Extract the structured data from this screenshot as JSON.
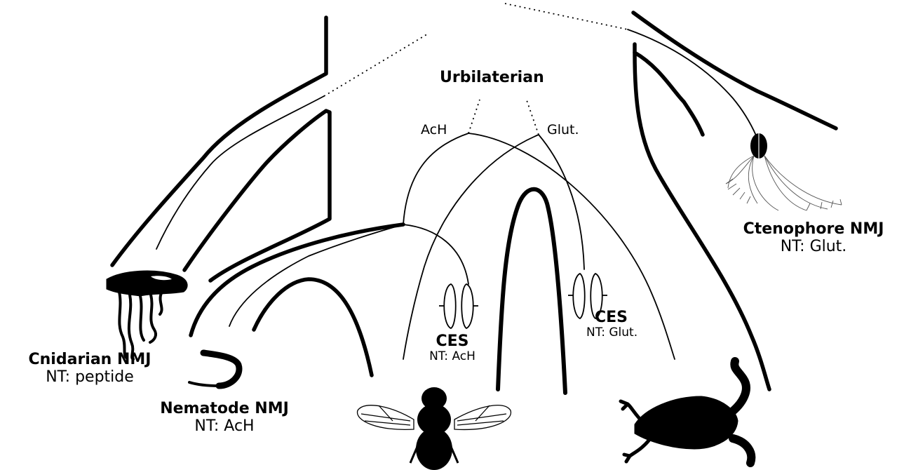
{
  "root": {
    "label": "Urbilaterian"
  },
  "branches": {
    "left_label": "AcH",
    "right_label": "Glut."
  },
  "taxa": {
    "cnidarian": {
      "title": "Cnidarian NMJ",
      "nt": "NT: peptide",
      "icon": "jellyfish-icon"
    },
    "nematode": {
      "title": "Nematode NMJ",
      "nt": "NT: AcH",
      "icon": "worm-icon"
    },
    "ctenophore": {
      "title": "Ctenophore NMJ",
      "nt": "NT: Glut.",
      "icon": "comb-jelly-icon"
    },
    "fly": {
      "icon": "fly-icon"
    },
    "frog": {
      "icon": "frog-icon"
    }
  },
  "ces": {
    "left": {
      "title": "CES",
      "nt": "NT: AcH",
      "icon": "synapse-icon"
    },
    "right": {
      "title": "CES",
      "nt": "NT: Glut.",
      "icon": "synapse-icon"
    }
  }
}
